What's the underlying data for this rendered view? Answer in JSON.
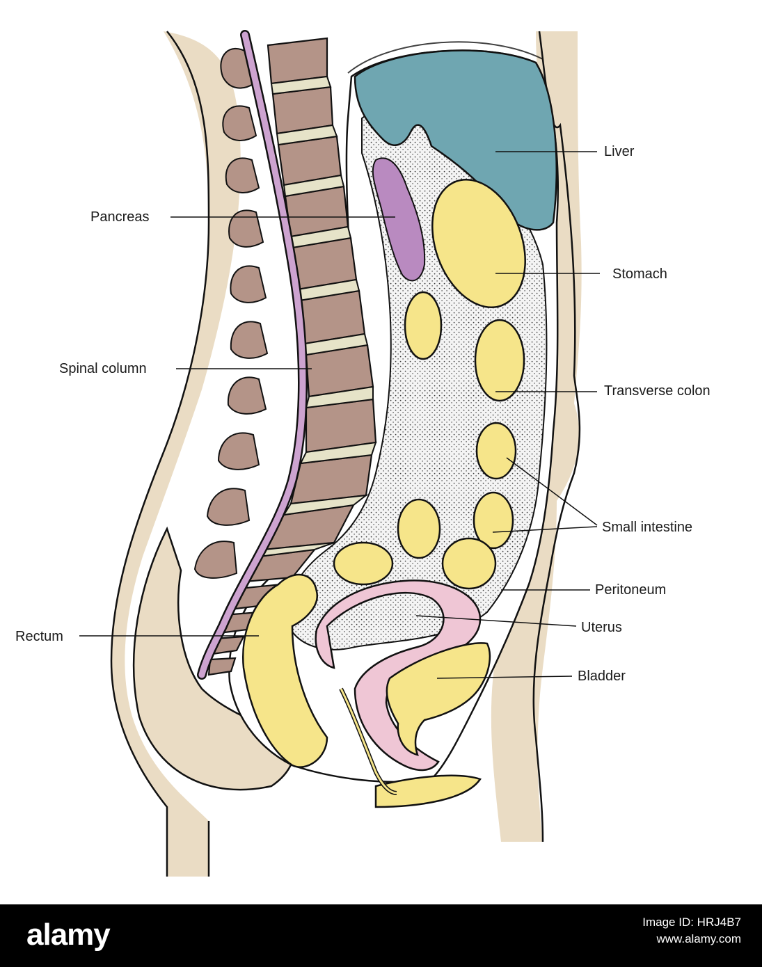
{
  "labels": {
    "liver": "Liver",
    "pancreas": "Pancreas",
    "stomach": "Stomach",
    "spinal_column": "Spinal column",
    "transverse_colon": "Transverse colon",
    "small_intestine": "Small intestine",
    "peritoneum": "Peritoneum",
    "uterus": "Uterus",
    "rectum": "Rectum",
    "bladder": "Bladder"
  },
  "footer": {
    "brand": "alamy",
    "image_id_label": "Image ID: HRJ4B7",
    "site": "www.alamy.com"
  },
  "colors": {
    "skin": "#eadcc4",
    "vertebra": "#b49488",
    "disc": "#e6e3c8",
    "spinal_cord": "#cda3d0",
    "liver": "#6fa6b1",
    "organ_yellow": "#f6e58a",
    "uterus": "#efc6d5",
    "pancreas": "#b98ac0"
  }
}
